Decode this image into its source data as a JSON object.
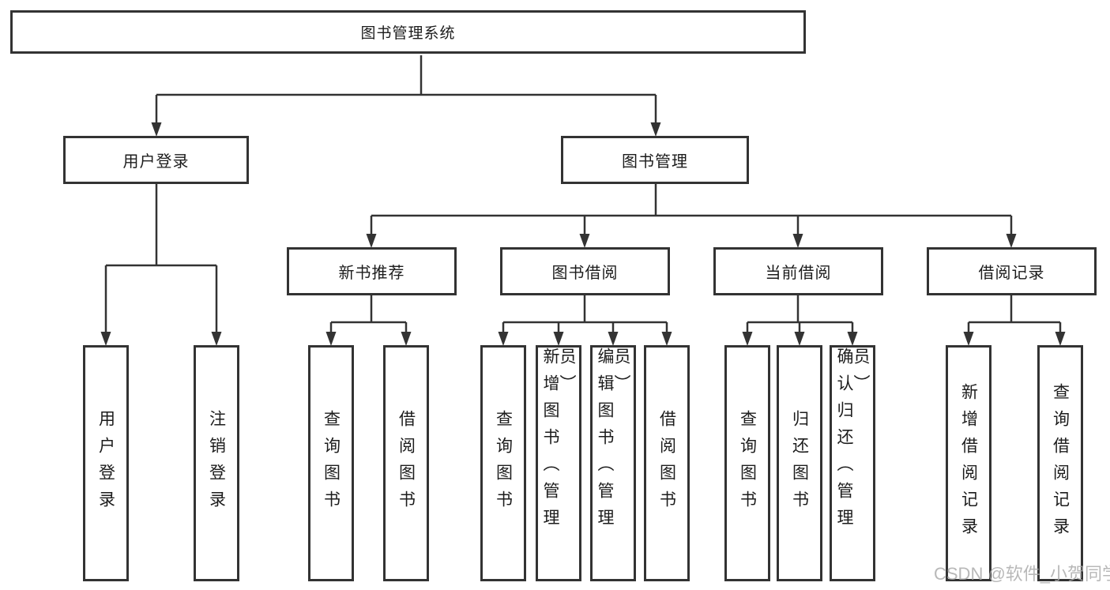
{
  "diagram": {
    "root_label": "图书管理系统",
    "branches": [
      {
        "label": "用户登录",
        "leaves": [
          "用户登录",
          "注销登录"
        ]
      },
      {
        "label": "图书管理",
        "sections": [
          {
            "label": "新书推荐",
            "leaves": [
              "查询图书",
              "借阅图书"
            ]
          },
          {
            "label": "图书借阅",
            "leaves": [
              "查询图书",
              "新增图书（管理员）",
              "编辑图书（管理员）",
              "借阅图书"
            ]
          },
          {
            "label": "当前借阅",
            "leaves": [
              "查询图书",
              "归还图书",
              "确认归还（管理员）"
            ]
          },
          {
            "label": "借阅记录",
            "leaves": [
              "新增借阅记录",
              "查询借阅记录"
            ]
          }
        ]
      }
    ]
  },
  "watermark": {
    "text": "CSDN @软件_小贺同学"
  },
  "colors": {
    "line": "#333333",
    "node_border": "#333333",
    "node_text": "#1c1c1c",
    "background": "#ffffff",
    "watermark": "#a9a9a9"
  }
}
